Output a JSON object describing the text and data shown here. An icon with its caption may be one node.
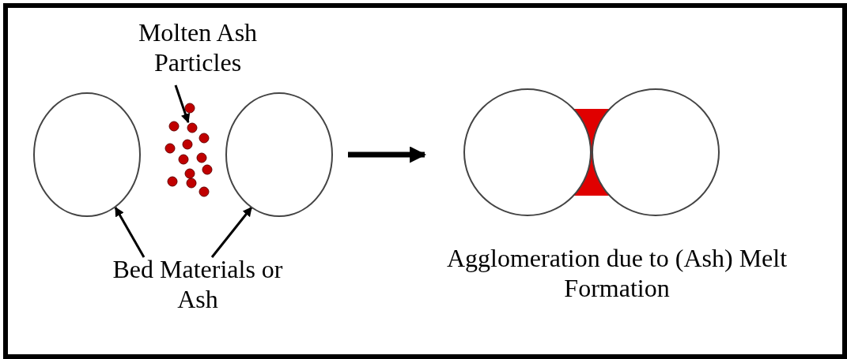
{
  "diagram": {
    "nodes": [
      {
        "text": [
          "Molten Ash Particles"
        ]
      },
      {
        "text": [],
        "shape": "picture"
      },
      {
        "text": [],
        "shape": "circle"
      },
      {
        "text": [],
        "shape": "circle"
      },
      {
        "text": [
          "Bed Materials or Ash"
        ]
      },
      {
        "text": [],
        "shape": "picture",
        "beside": [
          "Agglomeration due to (Ash) Melt Formation"
        ]
      }
    ],
    "edges": [
      {
        "from": 0,
        "to": 1,
        "arrow": "to"
      },
      {
        "from": 4,
        "to": 2,
        "arrow": "to"
      },
      {
        "from": 4,
        "to": 3,
        "arrow": "to"
      },
      {
        "from": 3,
        "to": 5,
        "arrow": "to",
        "style": "thick"
      }
    ]
  }
}
